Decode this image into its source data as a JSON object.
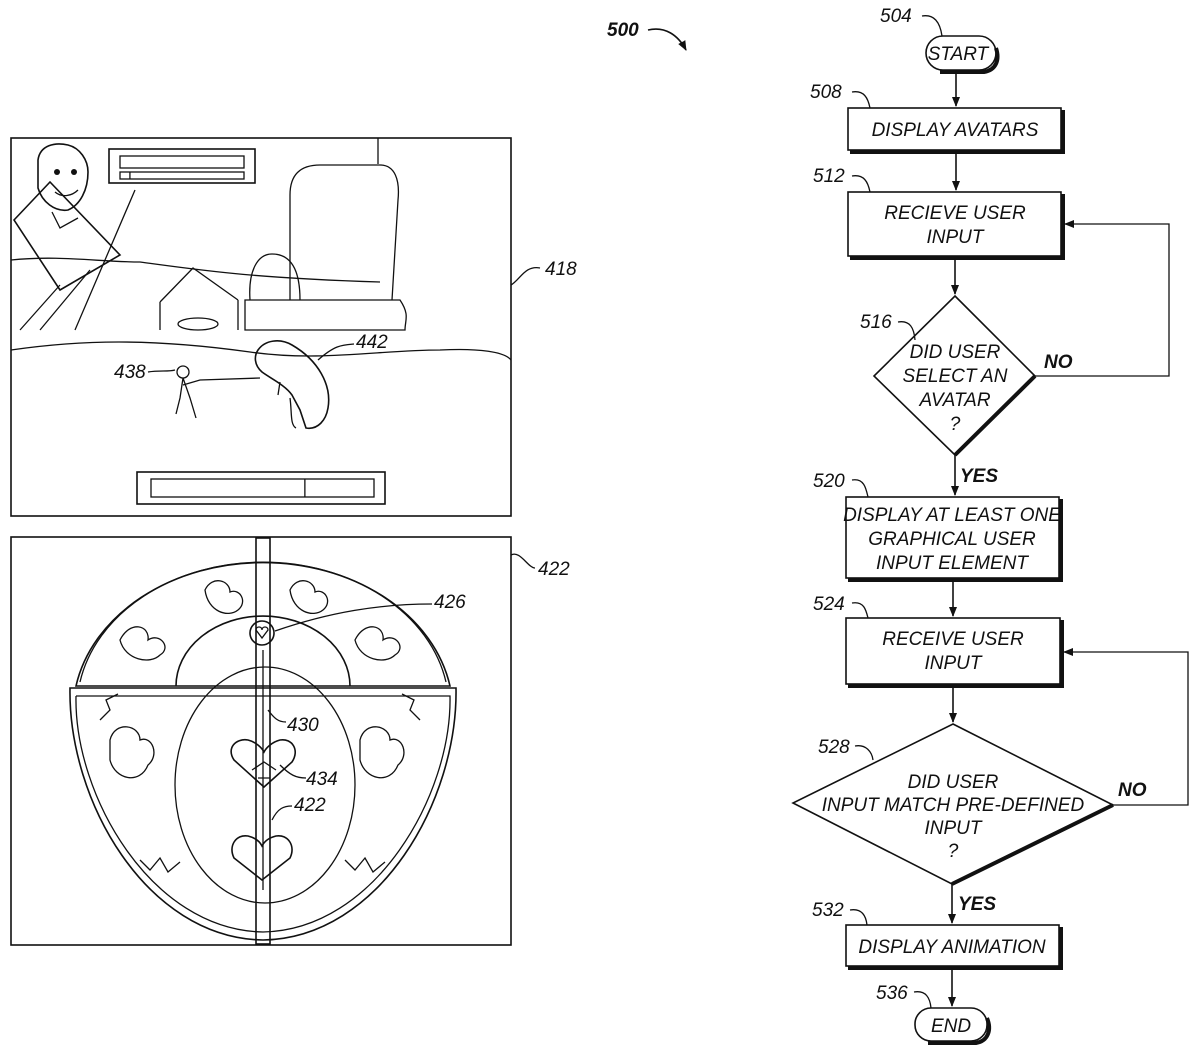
{
  "figure": {
    "ref": "500"
  },
  "game_screen": {
    "ref": "418",
    "avatar_ref": "438",
    "opponent_ref": "442",
    "top_health_fraction": 0.08,
    "bottom_health_fraction": 0.69
  },
  "input_screen": {
    "ref": "422",
    "refs": {
      "element_426": "426",
      "element_430": "430",
      "element_434": "434",
      "element_422": "422"
    }
  },
  "flowchart": {
    "start": {
      "ref": "504",
      "label": "START"
    },
    "steps": [
      {
        "ref": "508",
        "lines": [
          "DISPLAY AVATARS"
        ]
      },
      {
        "ref": "512",
        "lines": [
          "RECIEVE USER",
          "INPUT"
        ]
      },
      {
        "ref": "520",
        "lines": [
          "DISPLAY AT LEAST ONE",
          "GRAPHICAL USER",
          "INPUT ELEMENT"
        ]
      },
      {
        "ref": "524",
        "lines": [
          "RECEIVE USER",
          "INPUT"
        ]
      },
      {
        "ref": "532",
        "lines": [
          "DISPLAY ANIMATION"
        ]
      }
    ],
    "decisions": [
      {
        "ref": "516",
        "lines": [
          "DID USER",
          "SELECT AN",
          "AVATAR",
          "?"
        ],
        "yes": "YES",
        "no": "NO"
      },
      {
        "ref": "528",
        "lines": [
          "DID USER",
          "INPUT MATCH PRE-DEFINED",
          "INPUT",
          "?"
        ],
        "yes": "YES",
        "no": "NO"
      }
    ],
    "end": {
      "ref": "536",
      "label": "END"
    }
  }
}
